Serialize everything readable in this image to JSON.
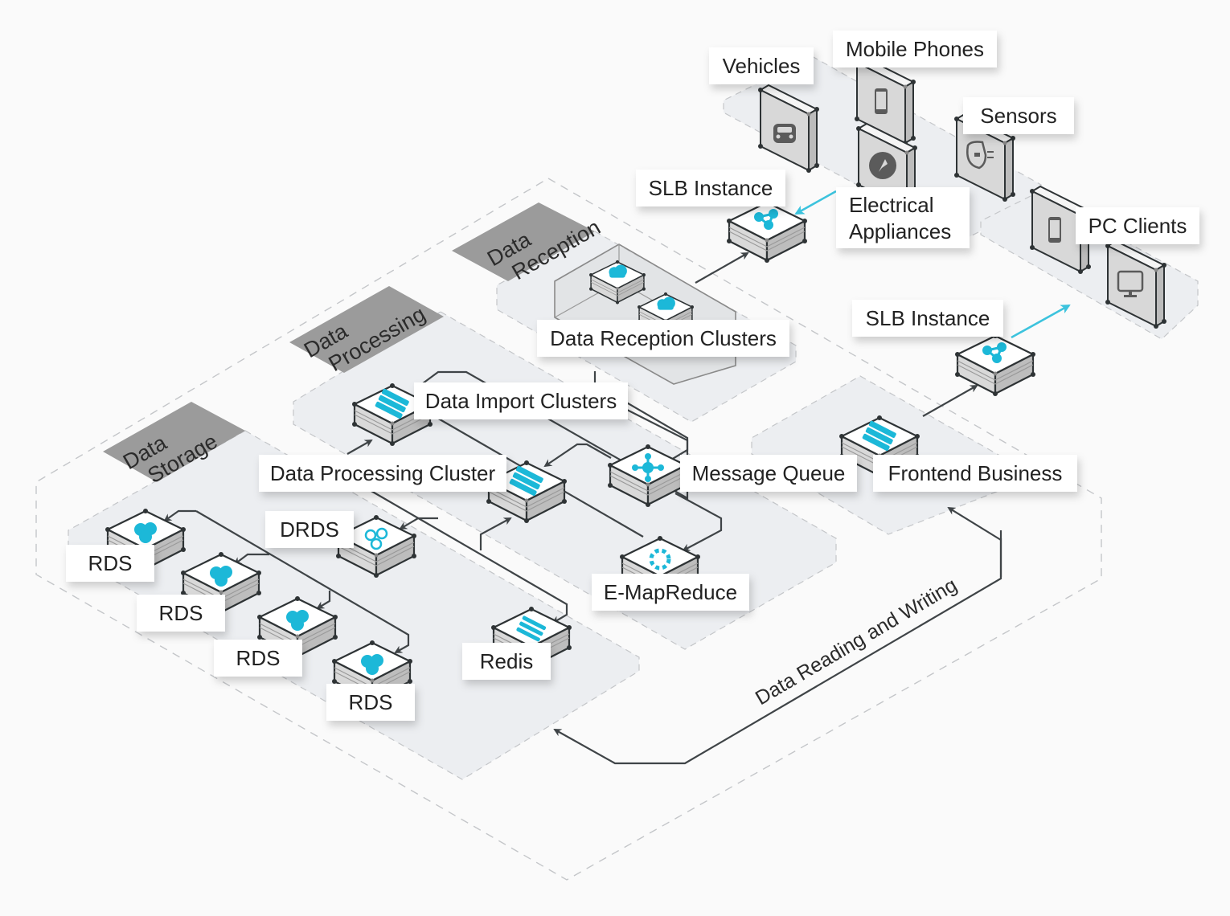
{
  "diagram": {
    "zones": [
      {
        "id": "data-reception",
        "tag": [
          "Data",
          "Reception"
        ]
      },
      {
        "id": "data-processing",
        "tag": [
          "Data",
          "Processing"
        ]
      },
      {
        "id": "data-storage",
        "tag": [
          "Data",
          "Storage"
        ]
      }
    ],
    "labels": {
      "vehicles": "Vehicles",
      "mobile_phones": "Mobile Phones",
      "sensors": "Sensors",
      "electrical_appliances_1": "Electrical",
      "electrical_appliances_2": "Appliances",
      "pc_clients": "PC Clients",
      "slb_instance_top": "SLB Instance",
      "slb_instance_right": "SLB Instance",
      "data_reception_clusters": "Data Reception Clusters",
      "data_import_clusters": "Data Import Clusters",
      "data_processing_cluster": "Data Processing Cluster",
      "message_queue": "Message Queue",
      "frontend_business": "Frontend Business",
      "drds": "DRDS",
      "rds_1": "RDS",
      "rds_2": "RDS",
      "rds_3": "RDS",
      "rds_4": "RDS",
      "redis": "Redis",
      "e_mapreduce": "E-MapReduce",
      "data_reading_writing": "Data Reading and Writing"
    },
    "icons": {
      "slb": "load-balancer-icon",
      "server": "server-rack-icon",
      "cloud": "cloud-server-icon",
      "mq": "message-queue-hub-icon",
      "emr": "dotted-ring-icon",
      "drds": "hexagons-icon",
      "rds": "database-cluster-icon",
      "redis": "redis-stack-icon",
      "car": "car-icon",
      "phone": "phone-icon",
      "appliance": "appliance-plug-icon",
      "sensor": "sensor-icon",
      "monitor": "monitor-icon"
    },
    "colors": {
      "accent": "#1cb8d8",
      "link_cyan": "#3cc3dd",
      "connector": "#3f4447",
      "zone_fill": "#eceef1",
      "tag_fill": "#9b9b9b"
    }
  }
}
